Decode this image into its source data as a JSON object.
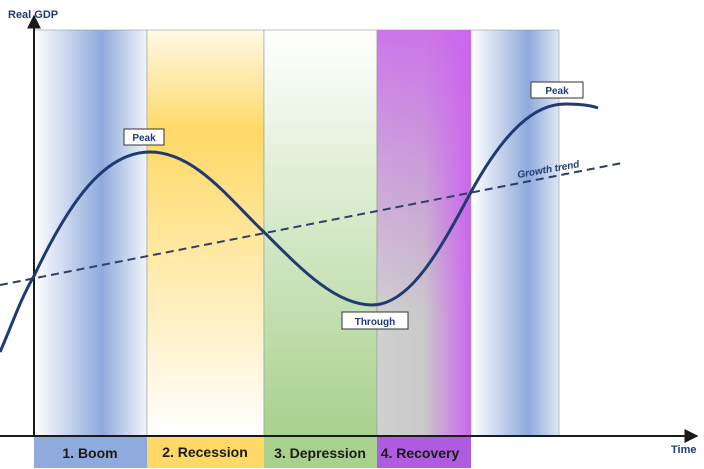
{
  "diagram": {
    "y_axis_label": "Real GDP",
    "x_axis_label": "Time",
    "trend_label": "Growth trend",
    "labels": {
      "peak_1": "Peak",
      "trough": "Through",
      "peak_2": "Peak"
    },
    "phases": [
      {
        "label": "1. Boom",
        "color": "#8faadc"
      },
      {
        "label": "2. Recession",
        "color": "#ffd966"
      },
      {
        "label": "3. Depression",
        "color": "#a9d18e"
      },
      {
        "label": "4. Recovery",
        "color": "#b05ce0"
      }
    ],
    "colors": {
      "curve": "#1f3b73",
      "boom_band": "#8faadc",
      "recession_band": "#ffd966",
      "depression_band": "#a9d18e",
      "recovery_band_gray": "#c9c9c9",
      "recovery_band_violet": "#cc66ee",
      "expansion_band": "#8faadc"
    }
  }
}
